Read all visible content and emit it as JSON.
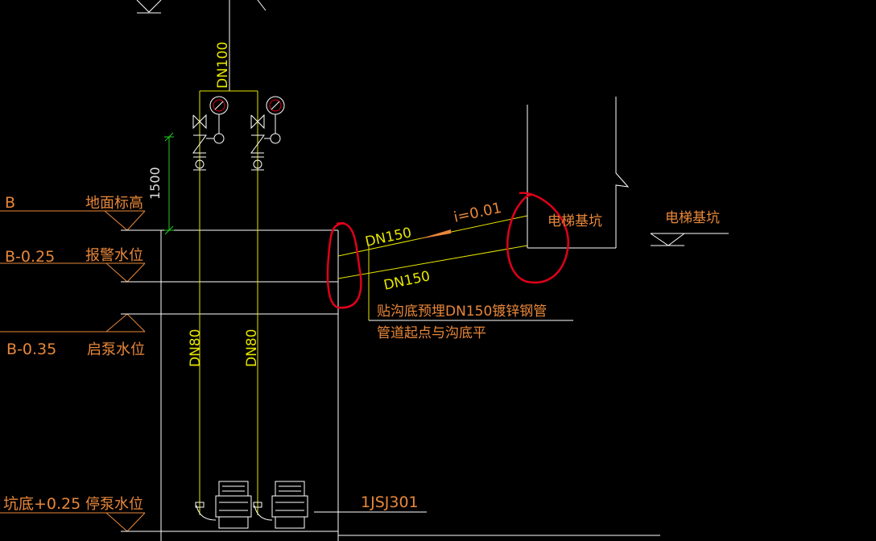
{
  "levels": {
    "b": {
      "name": "B",
      "desc": "地面标高"
    },
    "b025": {
      "name": "B-0.25",
      "desc": "报警水位"
    },
    "b035": {
      "name": "B-0.35",
      "desc": "启泵水位"
    },
    "pit": {
      "name": "坑底+0.25",
      "desc": "停泵水位"
    }
  },
  "pipes": {
    "riser": "DN100",
    "branch_left": "DN80",
    "branch_right": "DN80",
    "upper": "DN150",
    "lower": "DN150",
    "slope": "i=0.01"
  },
  "dimension": "1500",
  "notes": {
    "line1": "贴沟底预埋DN150镀锌钢管",
    "line2": "管道起点与沟底平"
  },
  "elevator_pit_label_inside": "电梯基坑",
  "elevator_pit_label_outside": "电梯基坑",
  "equipment_code": "1JSJ301",
  "colors": {
    "background": "#000000",
    "text_orange": "#e8873a",
    "pipe_yellow": "#e6e600",
    "annotation_red": "#e0001a",
    "dimension_green": "#22cc22"
  }
}
